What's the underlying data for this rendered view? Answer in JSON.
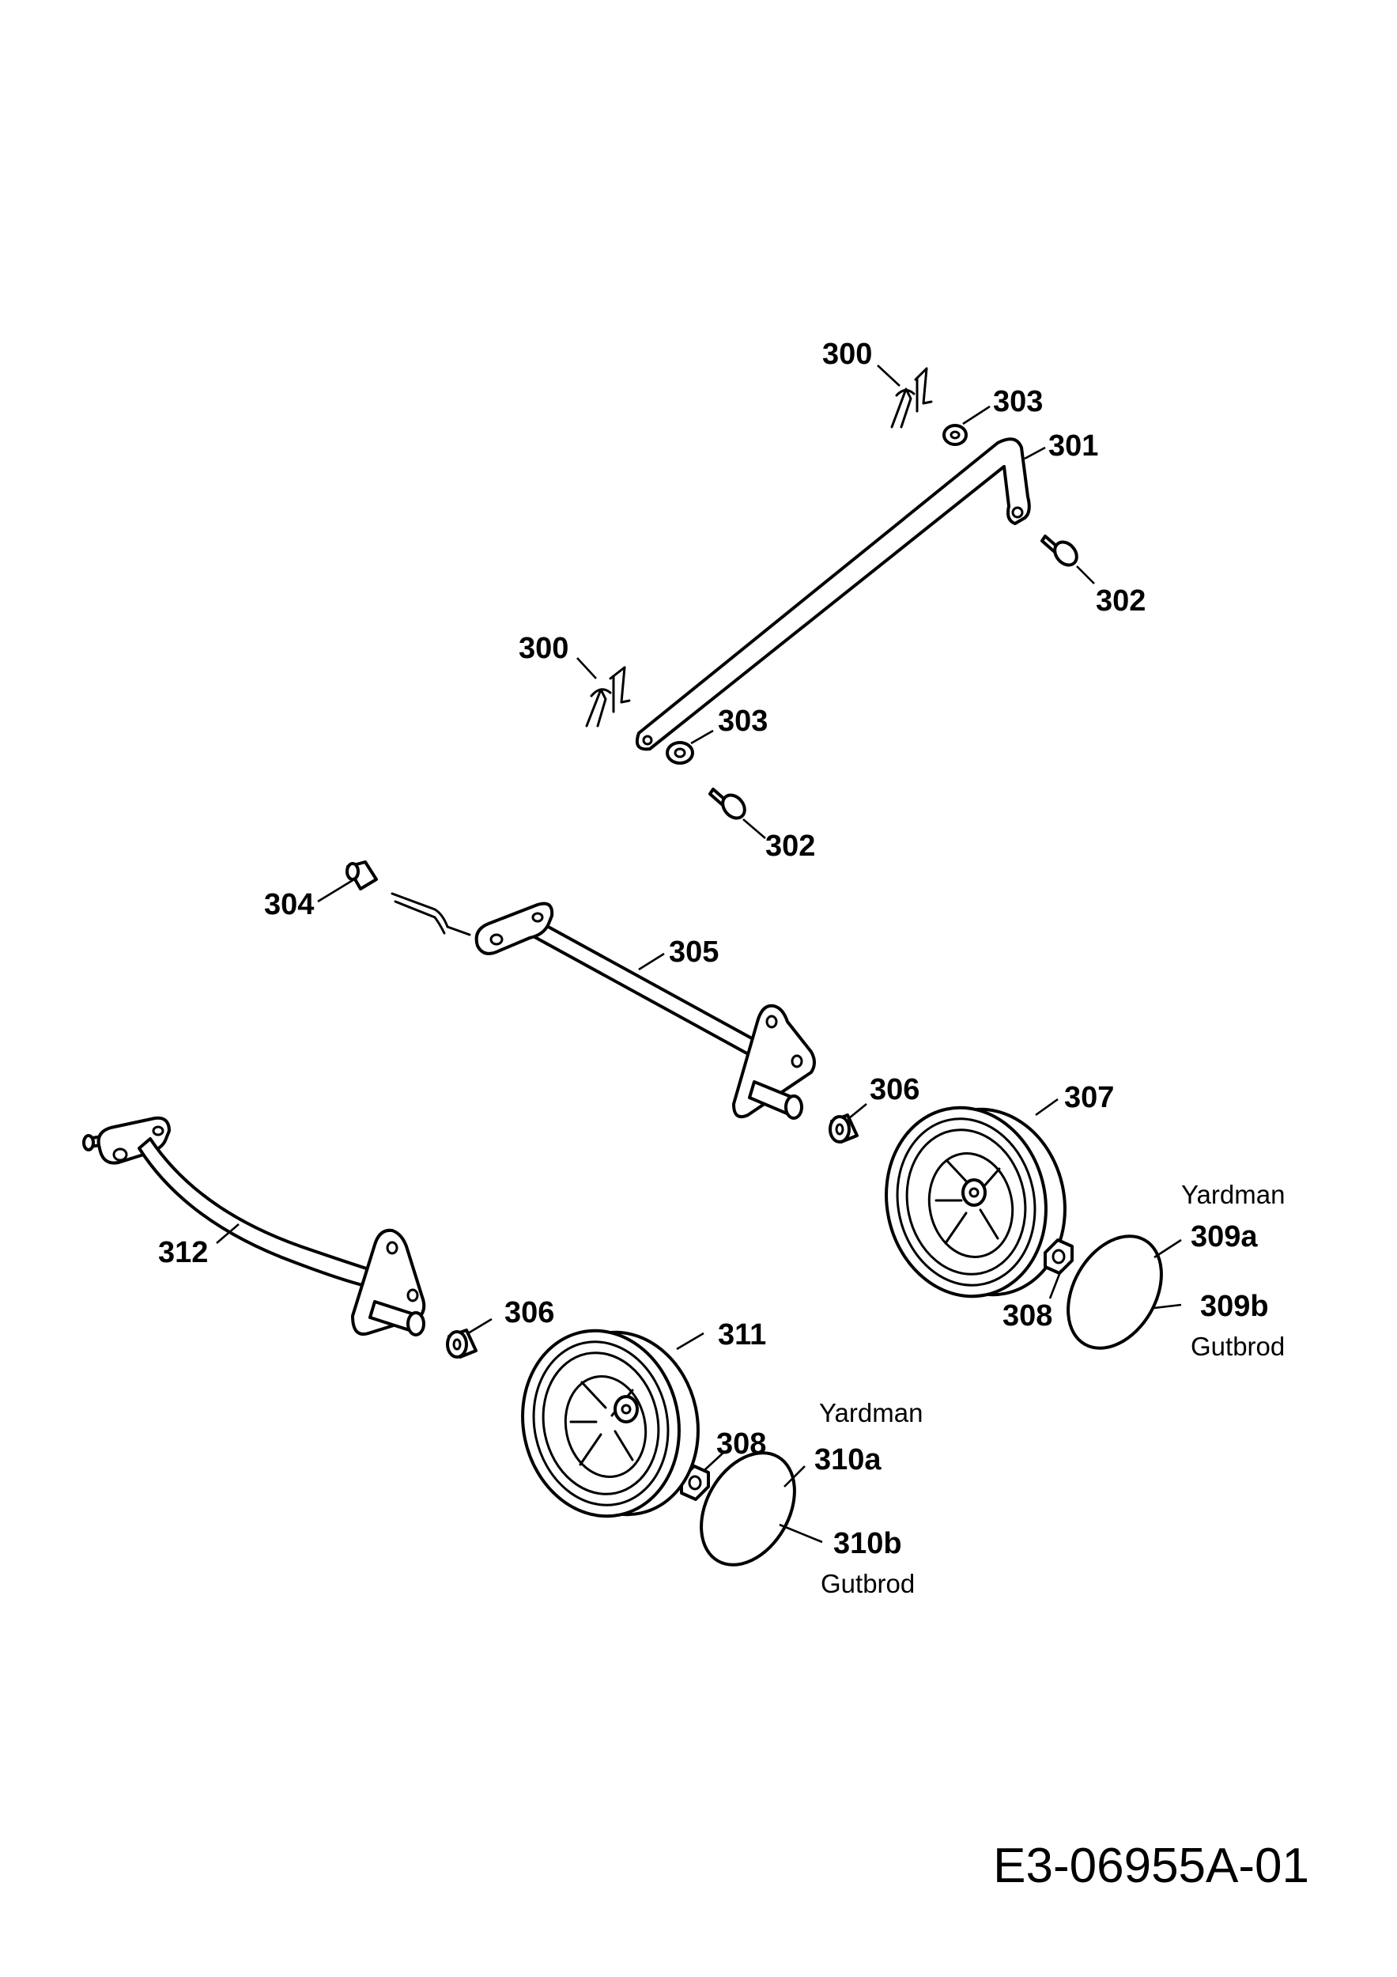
{
  "diagram": {
    "callouts": {
      "c300_top": "300",
      "c303_top": "303",
      "c301": "301",
      "c302_top": "302",
      "c300_mid": "300",
      "c303_mid": "303",
      "c302_mid": "302",
      "c304": "304",
      "c305": "305",
      "c306_upper": "306",
      "c307": "307",
      "c312": "312",
      "c306_lower": "306",
      "c311": "311",
      "c308_upper": "308",
      "c309a": "309a",
      "c309b": "309b",
      "c308_lower": "308",
      "c310a": "310a",
      "c310b": "310b"
    },
    "brands": {
      "yardman_upper": "Yardman",
      "gutbrod_upper": "Gutbrod",
      "yardman_lower": "Yardman",
      "gutbrod_lower": "Gutbrod"
    },
    "drawing_code": "E3-06955A-01"
  }
}
